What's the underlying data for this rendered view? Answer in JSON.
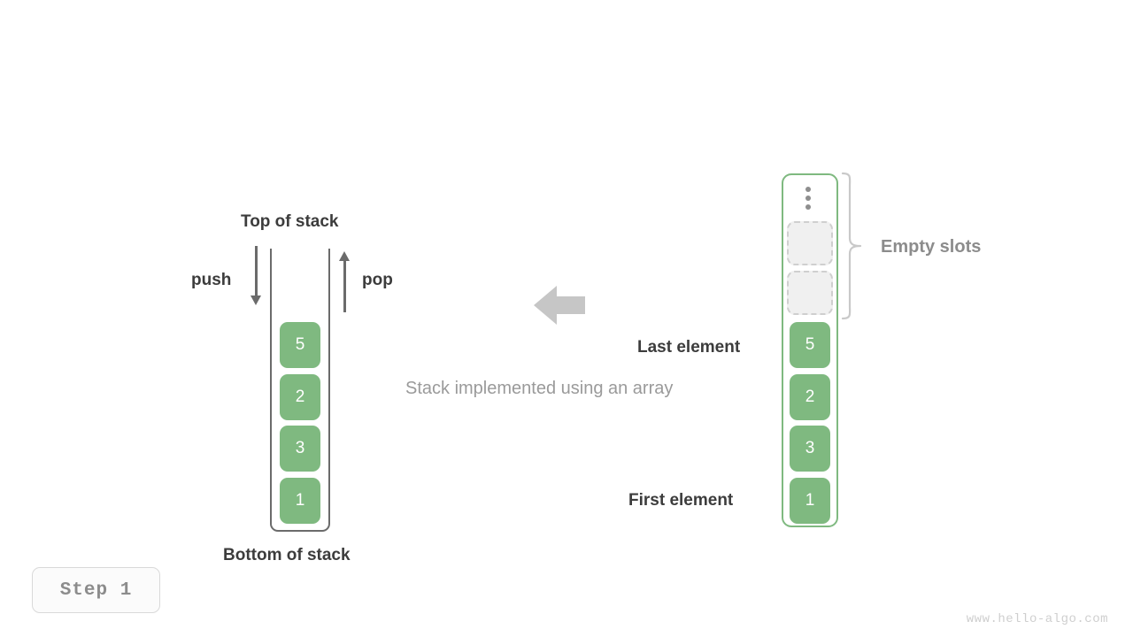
{
  "diagram": {
    "caption": "Stack implemented using an array",
    "step_badge": "Step 1",
    "watermark": "www.hello-algo.com",
    "accent_green": "#7fb980",
    "line_gray": "#6b6b6b",
    "muted_gray": "#8c8c8c"
  },
  "left_stack": {
    "top_label": "Top of stack",
    "bottom_label": "Bottom of stack",
    "push_label": "push",
    "pop_label": "pop",
    "values_bottom_to_top": [
      "1",
      "3",
      "2",
      "5"
    ]
  },
  "right_array": {
    "last_element_label": "Last element",
    "first_element_label": "First element",
    "empty_slots_label": "Empty slots",
    "values_bottom_to_top": [
      "1",
      "3",
      "2",
      "5"
    ],
    "empty_slot_count": 2,
    "ellipsis": "vertical-ellipsis"
  },
  "transition": {
    "arrow_direction": "left"
  }
}
